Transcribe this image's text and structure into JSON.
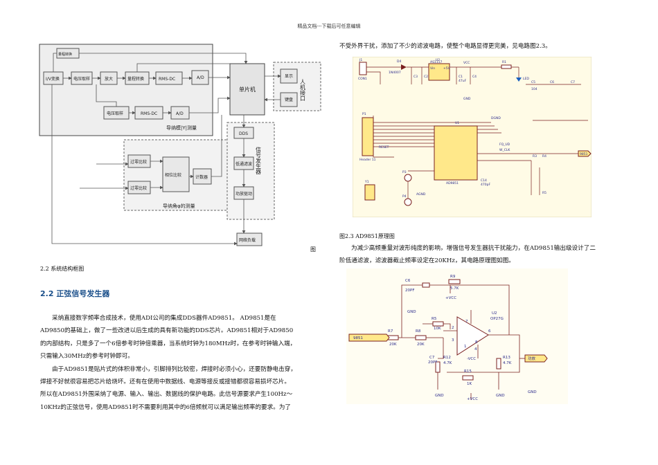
{
  "header": {
    "text": "精品文档---下载后可任意编辑"
  },
  "block_diagram": {
    "blocks": {
      "iv": "I/V变换",
      "vs1": "电压取样",
      "amp": "放大",
      "rng1": "量程转换",
      "rng_top": "量程转换",
      "rms1": "RMS-DC",
      "ad1": "A/D",
      "vs2": "电压取样",
      "rms2": "RMS-DC",
      "ad2": "A/D",
      "mcu": "单片机",
      "disp": "显示",
      "kbd": "键盘",
      "hmi": "人机接口",
      "dds": "DDS",
      "lpf": "低通滤波",
      "pa": "功放驱动",
      "sig": "信号发生器",
      "zc1": "过零比较",
      "zc2": "过零比较",
      "ph": "相位比较",
      "cnt": "计数器",
      "net": "网络负载"
    },
    "region_titles": {
      "mag": "导纳模|Y|测量",
      "phase": "导纳角φ的测量"
    }
  },
  "fig_left": {
    "number": "图",
    "caption": "2.2  系统结构框图"
  },
  "section": {
    "title": "2.2  正弦信号发生器"
  },
  "left_text": [
    "采纳直接数字频率合成技术，使用ADI公司的集成DDS器件AD9851。 AD9851是在",
    "AD9850的基础上，做了一些改进以后生成的具有新功能的DDS芯片。AD9851相对于AD9850",
    "的内部结构，只是多了一个6倍参考时钟倍乘器，当系统时钟为180MHz时，在参考时钟输入端，",
    "只需输入30MHz的参考时钟即可。",
    "由于AD9851是贴片式的体积非常小，引脚排列比较密，焊接时必须小心，还要防静电击穿，",
    "焊接不好就很容易把芯片给烧坏。还有在使用中数据线、电源等接反或接错都很容易损坏芯片。",
    "所以在AD9851外围采纳了电源、输入、输出、数据线的保护电路。此信号源要求产生100Hz～",
    "10KHz的正弦信号，使用AD9851时不需要利用其中的6倍频就可以满足输出频率的要求。为了"
  ],
  "right_text_top": "不受外界干扰，添加了不少的滤波电路，使整个电路显得更完美，见电路图2.3。",
  "fig_right1": {
    "caption": "图2.3  AD9851原理图"
  },
  "right_text_mid": [
    "为减少高频重量对波形纯度的影响，增强信号发生器抗干扰能力，在AD9851输出级设计了二",
    "阶低通滤波，滤波器截止频率设定在20KHz，其电路原理图如图。"
  ],
  "schematic1": {
    "labels": {
      "j1": "J1",
      "conn": "CON1",
      "d4": "D4",
      "diode": "1N4007",
      "u2": "U2",
      "reg": "AS1117",
      "vin": "Vin",
      "v5": "+5V",
      "vcc": "VCC",
      "r1": "R1",
      "led": "LED",
      "c3": "C3",
      "c1": "C1",
      "c1v": "47uF",
      "c4": "C4",
      "c2": "C2",
      "c5": "C5",
      "c6": "C6",
      "c7": "C7",
      "v104": "104",
      "gnd": "GND",
      "p1": "P1",
      "u1": "U1",
      "chip": "AD9851",
      "header": "Header 11",
      "reset": "RESET",
      "fqud": "FQ_UD",
      "wclk": "W_CLK",
      "net9851": "9851",
      "r3": "R3",
      "r4": "R4",
      "r5": "R5",
      "agnd": "AGND",
      "dgnd": "DGND",
      "osc": "Y1",
      "c14": "C14",
      "c14v": "470pF",
      "p3": "P3",
      "p4": "P4"
    }
  },
  "schematic2": {
    "labels": {
      "c6": "C6",
      "c6v": "20PF",
      "r9": "R9",
      "r9v": "5.7K",
      "vcc": "+VCC",
      "gnd": "GND",
      "u2": "U2",
      "u2t": "OP27G",
      "r5": "R5",
      "r5v": "10K",
      "r7": "R7",
      "r7v": "20K",
      "r8": "R8",
      "r8v": "20K",
      "in": "9851",
      "out": "功放",
      "c7": "C7",
      "c7v": "20PF",
      "r12": "R12",
      "r12v": "4.7K",
      "r13": "R13",
      "r13v": "4.7K",
      "r15": "R15",
      "r15v": "1K",
      "vee": "-VCC",
      "p7": "7",
      "p2": "2",
      "p3": "3",
      "p6": "6",
      "p4": "4",
      "p8": "8",
      "p1": "1"
    }
  }
}
